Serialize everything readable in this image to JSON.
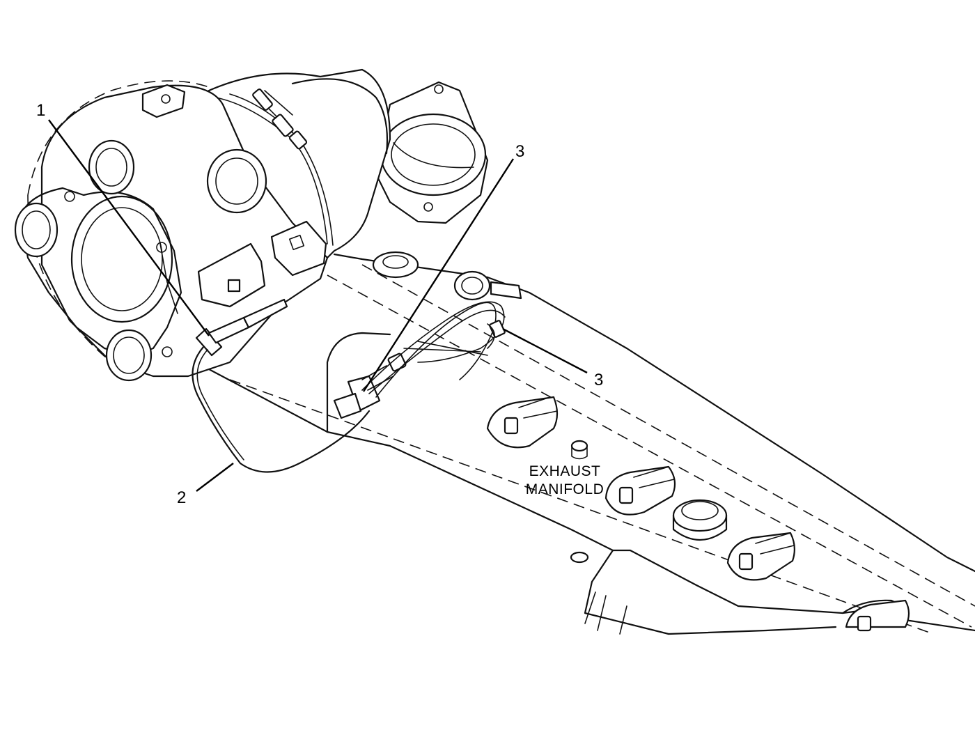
{
  "diagram": {
    "callouts": [
      {
        "id": "callout-1",
        "text": "1"
      },
      {
        "id": "callout-2",
        "text": "2"
      },
      {
        "id": "callout-3a",
        "text": "3"
      },
      {
        "id": "callout-3b",
        "text": "3"
      }
    ],
    "labels": {
      "exhaust_manifold_line1": "EXHAUST",
      "exhaust_manifold_line2": "MANIFOLD"
    }
  }
}
